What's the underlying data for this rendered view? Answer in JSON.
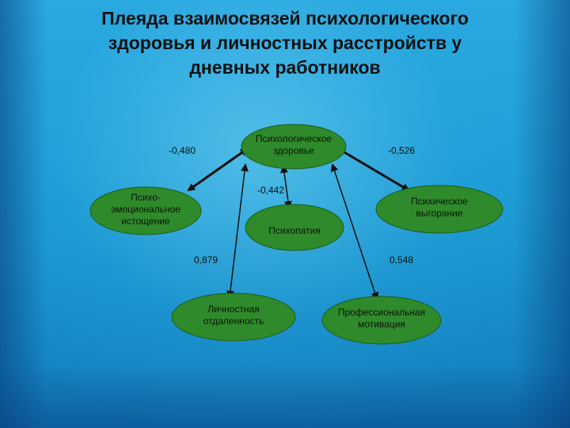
{
  "title_lines": [
    "Плеяда взаимосвязей психологического",
    "здоровья и  личностных расстройств у",
    "дневных работников"
  ],
  "nodes": {
    "health": [
      "Психологическое",
      "здоровье"
    ],
    "exhaustion": [
      "Психо-",
      "эмоциональное",
      "истощение"
    ],
    "burnout": [
      "Психическое",
      "выгорание"
    ],
    "psychopathy": [
      "Психопатия"
    ],
    "detachment": [
      "Личностная",
      "отдаленность"
    ],
    "motivation": [
      "Профессиональная",
      "мотивация"
    ]
  },
  "coefficients": {
    "health_exhaustion": "-0,480",
    "health_burnout": "-0,526",
    "health_psychopathy": "-0,442",
    "exhaustion_detachment": "0,879",
    "health_motivation": "0,548"
  },
  "colors": {
    "node_fill": "#2e8a2a",
    "node_stroke": "#1e5c1b",
    "background": "#1a9cd6",
    "text": "#111111"
  }
}
